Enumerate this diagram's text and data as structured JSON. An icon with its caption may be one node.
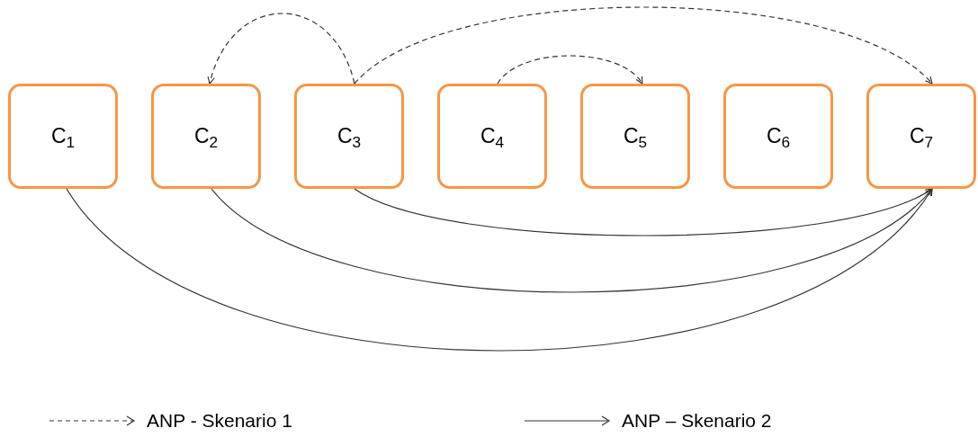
{
  "diagram": {
    "nodes": [
      {
        "text": [
          "C$_{1}$"
        ]
      },
      {
        "text": [
          "C$_{2}$"
        ]
      },
      {
        "text": [
          "C$_{3}$"
        ]
      },
      {
        "text": [
          "C$_{4}$"
        ]
      },
      {
        "text": [
          "C$_{5}$"
        ]
      },
      {
        "text": [
          "C$_{6}$"
        ]
      },
      {
        "text": [
          "C$_{7}$"
        ]
      }
    ],
    "edges": [
      {
        "from": 2,
        "to": 1,
        "arrow": "to",
        "style": "dashed"
      },
      {
        "from": 2,
        "to": 6,
        "arrow": "to",
        "style": "dashed"
      },
      {
        "from": 3,
        "to": 4,
        "arrow": "to",
        "style": "dashed"
      },
      {
        "from": 2,
        "to": 6,
        "arrow": "to"
      },
      {
        "from": 1,
        "to": 6,
        "arrow": "to"
      },
      {
        "from": 0,
        "to": 6,
        "arrow": "to"
      }
    ],
    "legend": [
      {
        "text": "ANP - Skenario 1"
      },
      {
        "text": "ANP – Skenario 2"
      }
    ]
  }
}
